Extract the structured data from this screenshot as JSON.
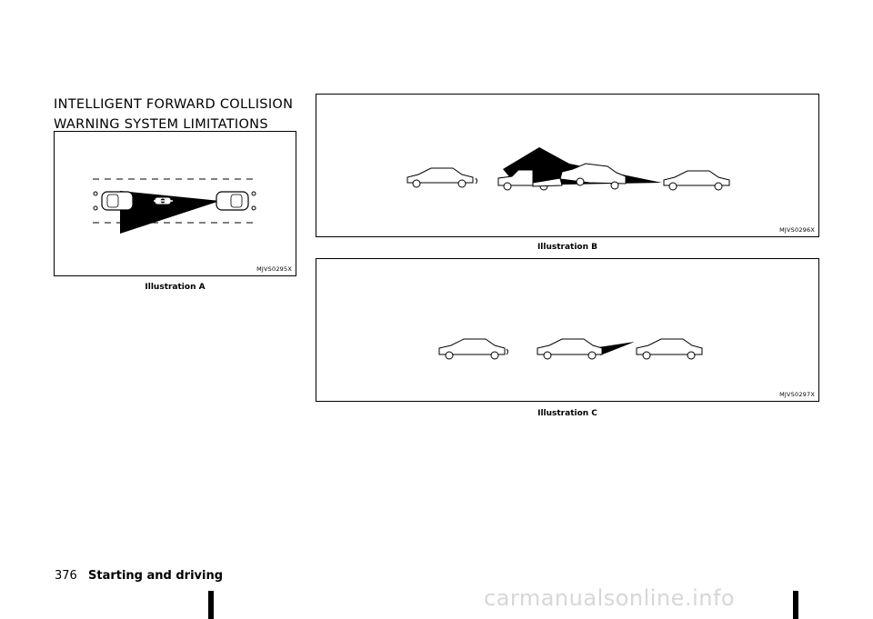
{
  "section": {
    "title": "INTELLIGENT FORWARD COLLISION WARNING SYSTEM LIMITATIONS"
  },
  "figures": [
    {
      "code": "MJVS0295X",
      "caption": "Illustration A"
    },
    {
      "code": "MJVS0296X",
      "caption": "Illustration B"
    },
    {
      "code": "MJVS0297X",
      "caption": "Illustration C"
    }
  ],
  "footer": {
    "page_number": "376",
    "section_name": "Starting and driving"
  },
  "watermark": "carmanualsonline.info"
}
